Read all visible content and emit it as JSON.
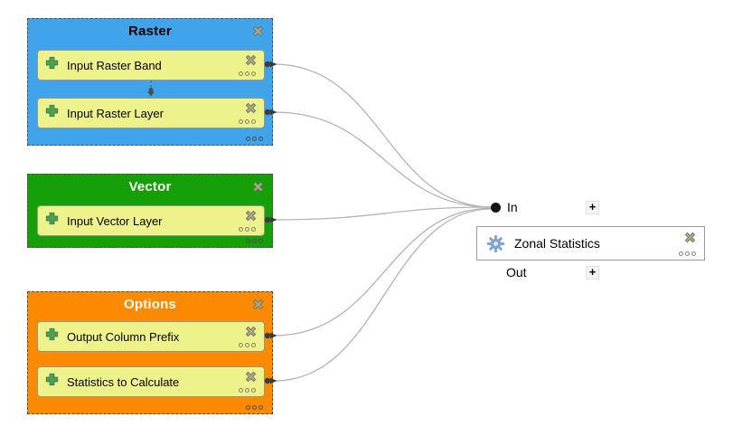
{
  "groups": [
    {
      "title": "Raster",
      "title_color": "#000000",
      "color": "#3fa4e9",
      "items": [
        {
          "label": "Input Raster Band"
        },
        {
          "label": "Input Raster Layer"
        }
      ]
    },
    {
      "title": "Vector",
      "title_color": "#ffffff",
      "color": "#14a006",
      "items": [
        {
          "label": "Input Vector Layer"
        }
      ]
    },
    {
      "title": "Options",
      "title_color": "#ffffff",
      "color": "#fb8a00",
      "items": [
        {
          "label": "Output Column Prefix"
        },
        {
          "label": "Statistics to Calculate"
        }
      ]
    }
  ],
  "algorithm": {
    "label": "Zonal Statistics",
    "in_label": "In",
    "out_label": "Out",
    "add_input_label": "+",
    "add_output_label": "+"
  },
  "connections": [
    {
      "from": "Input Raster Band",
      "to": "In"
    },
    {
      "from": "Input Raster Layer",
      "to": "In"
    },
    {
      "from": "Input Vector Layer",
      "to": "In"
    },
    {
      "from": "Output Column Prefix",
      "to": "In"
    },
    {
      "from": "Statistics to Calculate",
      "to": "In"
    },
    {
      "from": "Input Raster Band",
      "to": "Input Raster Layer",
      "type": "dependency"
    }
  ],
  "icons": {
    "add_parameter": "green-plus-icon",
    "remove": "x-cross-icon",
    "options": "three-dots-icon",
    "algorithm": "blue-gear-icon"
  },
  "colors": {
    "group_raster": "#3fa4e9",
    "group_vector": "#14a006",
    "group_options": "#fb8a00",
    "param_fill": "#eef28b",
    "param_border": "#97978f",
    "connection_line": "#b4b4b4",
    "port_dot": "#141414",
    "gear_blue": "#7fa3d7"
  }
}
